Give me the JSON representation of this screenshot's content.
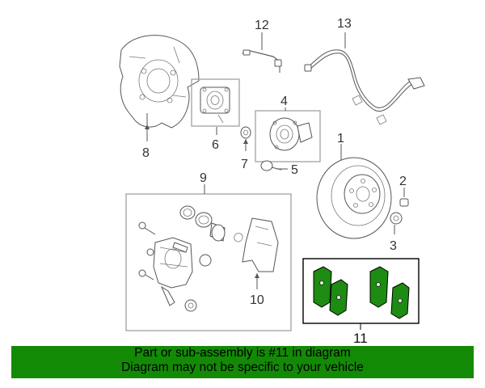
{
  "callouts": {
    "c1": "1",
    "c2": "2",
    "c3": "3",
    "c4": "4",
    "c5": "5",
    "c6": "6",
    "c7": "7",
    "c8": "8",
    "c9": "9",
    "c10": "10",
    "c11": "11",
    "c12": "12",
    "c13": "13"
  },
  "banner": {
    "line1": "Part or sub-assembly is #11 in diagram",
    "line2": "Diagram may not be specific to your vehicle"
  },
  "colors": {
    "banner_bg": "#138a06",
    "pad_fill": "#1e8b12"
  }
}
